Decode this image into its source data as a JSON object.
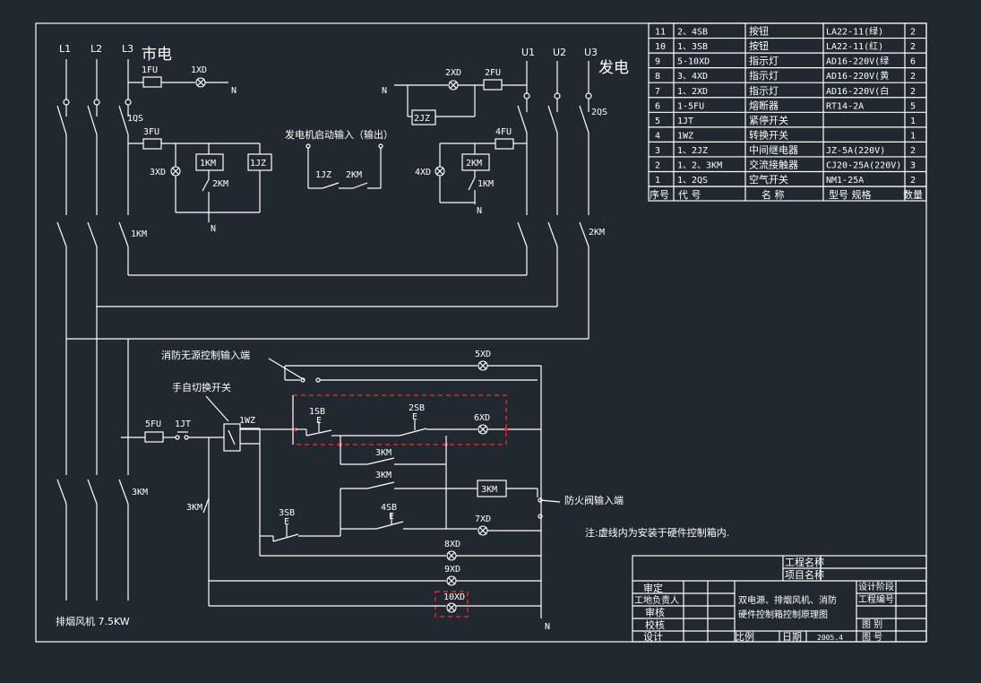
{
  "title_city": "市电",
  "title_gen": "发电",
  "phases_left": [
    "L1",
    "L2",
    "L3"
  ],
  "phases_right": [
    "U1",
    "U2",
    "U3"
  ],
  "labels": {
    "fu1": "1FU",
    "xd1": "1XD",
    "n": "N",
    "qs1": "1QS",
    "fu3": "3FU",
    "xd3": "3XD",
    "km1_coil": "1KM",
    "jz1_coil": "1JZ",
    "km2_contact": "2KM",
    "km1_main": "1KM",
    "gen_start": "发电机启动输入（输出）",
    "jz1": "1JZ",
    "km2": "2KM",
    "xd2": "2XD",
    "fu2": "2FU",
    "jz2": "2JZ",
    "qs2": "2QS",
    "fu4": "4FU",
    "xd4": "4XD",
    "km2_coil": "2KM",
    "km1_contact": "1KM",
    "km2_main": "2KM",
    "fire_input": "消防无源控制输入端",
    "manual_switch": "手自切换开关",
    "xd5": "5XD",
    "sb1": "1SB",
    "sb2": "2SB",
    "e": "E",
    "xd6": "6XD",
    "fu5": "5FU",
    "jt1": "1JT",
    "wz1": "1WZ",
    "km3_a": "3KM",
    "km3_b": "3KM",
    "km3_coil": "3KM",
    "damper": "防火阀输入端",
    "km3_c": "3KM",
    "sb3": "3SB",
    "sb4": "4SB",
    "xd7": "7XD",
    "xd8": "8XD",
    "xd9": "9XD",
    "xd10": "10XD",
    "km3_main": "3KM",
    "fan": "排烟风机  7.5KW",
    "note": "注:虚线内为安装于硬件控制箱内."
  },
  "bom": [
    {
      "no": "11",
      "code": "2、4SB",
      "name": "按钮",
      "model": "LA22-11(绿)",
      "qty": "2"
    },
    {
      "no": "10",
      "code": "1、3SB",
      "name": "按钮",
      "model": "LA22-11(红)",
      "qty": "2"
    },
    {
      "no": "9",
      "code": "5-10XD",
      "name": "指示灯",
      "model": "AD16-220V(绿",
      "qty": "6"
    },
    {
      "no": "8",
      "code": "3、4XD",
      "name": "指示灯",
      "model": "AD16-220V(黄",
      "qty": "2"
    },
    {
      "no": "7",
      "code": "1、2XD",
      "name": "指示灯",
      "model": "AD16-220V(白",
      "qty": "2"
    },
    {
      "no": "6",
      "code": "1-5FU",
      "name": "熔断器",
      "model": "RT14-2A",
      "qty": "5"
    },
    {
      "no": "5",
      "code": "1JT",
      "name": "紧停开关",
      "model": "",
      "qty": "1"
    },
    {
      "no": "4",
      "code": "1WZ",
      "name": "转换开关",
      "model": "",
      "qty": "1"
    },
    {
      "no": "3",
      "code": "1、2JZ",
      "name": "中间继电器",
      "model": "JZ-5A(220V)",
      "qty": "2"
    },
    {
      "no": "2",
      "code": "1、2、3KM",
      "name": "交流接触器",
      "model": "CJ20-25A(220V)",
      "qty": "3"
    },
    {
      "no": "1",
      "code": "1、2QS",
      "name": "空气开关",
      "model": "NM1-25A",
      "qty": "2"
    }
  ],
  "bom_header": {
    "no": "序号",
    "code": "代 号",
    "name": "名 称",
    "model": "型号  规格",
    "qty": "数量"
  },
  "titleblock": {
    "project_name": "工程名称",
    "item_name": "项目名称",
    "approve": "审定",
    "leader": "工地负责人",
    "review": "审核",
    "check": "校核",
    "design": "设计",
    "drawing_title_1": "双电源、排烟风机、消防",
    "drawing_title_2": "硬件控制箱控制原理图",
    "stage": "设计阶段",
    "project_no": "工程编号",
    "category": "图 别",
    "sheet_no": "图 号",
    "scale": "比例",
    "date": "日期",
    "date_value": "2005.4"
  }
}
